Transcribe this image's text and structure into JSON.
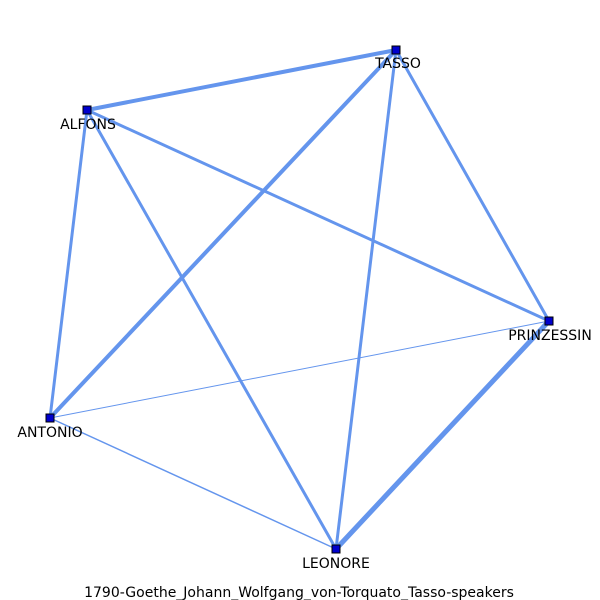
{
  "graph": {
    "caption": "1790-Goethe_Johann_Wolfgang_von-Torquato_Tasso-speakers",
    "colors": {
      "edge": "#6495ED",
      "node_fill": "#0000CD",
      "node_stroke": "#000000",
      "label": "#000000"
    },
    "nodes": [
      {
        "id": "TASSO",
        "label": "TASSO"
      },
      {
        "id": "ALFONS",
        "label": "ALFONS"
      },
      {
        "id": "PRINZESSIN",
        "label": "PRINZESSIN"
      },
      {
        "id": "ANTONIO",
        "label": "ANTONIO"
      },
      {
        "id": "LEONORE",
        "label": "LEONORE"
      }
    ],
    "edges": [
      {
        "source": "TASSO",
        "target": "ALFONS",
        "weight": 4
      },
      {
        "source": "TASSO",
        "target": "PRINZESSIN",
        "weight": 3
      },
      {
        "source": "TASSO",
        "target": "ANTONIO",
        "weight": 4
      },
      {
        "source": "TASSO",
        "target": "LEONORE",
        "weight": 3
      },
      {
        "source": "ALFONS",
        "target": "PRINZESSIN",
        "weight": 3
      },
      {
        "source": "ALFONS",
        "target": "ANTONIO",
        "weight": 3
      },
      {
        "source": "ALFONS",
        "target": "LEONORE",
        "weight": 3
      },
      {
        "source": "PRINZESSIN",
        "target": "ANTONIO",
        "weight": 1
      },
      {
        "source": "PRINZESSIN",
        "target": "LEONORE",
        "weight": 5
      },
      {
        "source": "ANTONIO",
        "target": "LEONORE",
        "weight": 1.5
      }
    ]
  }
}
